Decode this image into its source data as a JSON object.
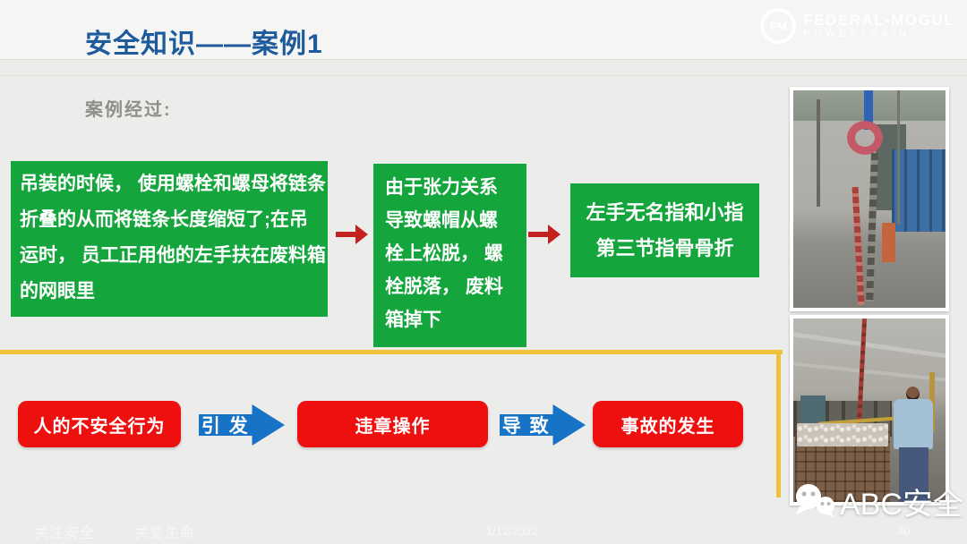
{
  "slide": {
    "title": "安全知识——案例1",
    "section_label": "案例经过:",
    "footer_left_1": "关注安全",
    "footer_left_2": "关爱生命",
    "date": "1/12/2022",
    "page_number": "40"
  },
  "logo": {
    "icon": "fm-circle-icon",
    "monogram": "FM",
    "line1": "FEDERAL-MOGUL",
    "line2": "POWERTRAIN"
  },
  "flow": {
    "box1": "吊装的时候， 使用螺栓和螺母将链条\n折叠的从而将链条长度缩短了;在吊\n运时， 员工正用他的左手扶在废料箱\n的网眼里",
    "box2": "由于张力关系\n导致螺帽从螺\n栓上松脱， 螺\n栓脱落， 废料\n箱掉下",
    "box3": "左手无名指和小指\n第三节指骨骨折"
  },
  "causal_row": {
    "box1": "人的不安全行为",
    "arrow1": "引 发",
    "box2": "违章操作",
    "arrow2": "导 致",
    "box3": "事故的发生"
  },
  "watermark": {
    "label": "ABC安全",
    "icon": "wechat-icon"
  },
  "colors": {
    "title_blue": "#1d5b9d",
    "green_box": "#14a53c",
    "red_box": "#ee0f0f",
    "red_arrow": "#c32020",
    "blue_arrow": "#1673c6",
    "yellow_line": "#efc23e",
    "background": "#ececeb"
  }
}
